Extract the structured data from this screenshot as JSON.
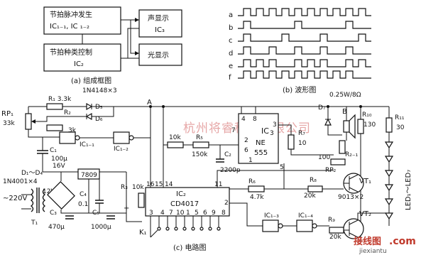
{
  "block_diagram": {
    "pulse_gen": [
      "节拍脉冲发生",
      "IC₁₋₁, IC ₁₋₂"
    ],
    "type_ctrl": [
      "节拍种类控制",
      "IC₂"
    ],
    "sound_disp": [
      "声显示",
      "IC₃"
    ],
    "light_disp": "光显示",
    "caption": "(a) 组成框图"
  },
  "waveform": {
    "labels": [
      "a",
      "b",
      "c",
      "d",
      "e",
      "f"
    ],
    "caption": "(b) 波形图"
  },
  "circuit": {
    "caption": "(c) 电路图",
    "labels": {
      "r1": "R₁ 3.3k",
      "d_top": "1N4148×3",
      "d5": "D₅",
      "d6": "D₆",
      "rp1": "RP₁",
      "rp1_val": "33k",
      "r2": "R₂",
      "r2_val": "3k",
      "node_a": "A",
      "ic11": "IC₁₋₁",
      "ic12": "IC₁₋₂",
      "c1": "C₁",
      "c1_val": "100μ",
      "c1_v": "16V",
      "d14": "D₁～D₄",
      "d14_val": "1N4001×4",
      "mains": "~220V",
      "t1": "T₁",
      "v12": "12V",
      "reg": "7809",
      "c4": "C₄",
      "c4_val": "0.1",
      "c3": "C₃",
      "c3_val": "470μ",
      "c5": "C₅",
      "c5_val": "1000μ",
      "plus": "+",
      "r3": "R₃",
      "r3_val": "10k",
      "r4_val": "10k",
      "r5": "R₅",
      "r5_val": "150k",
      "c2": "C₂",
      "c2_val": "2200p",
      "ic3": "IC",
      "ic3_sub": "3",
      "ne": "NE",
      "ne_num": "555",
      "r7": "R₇",
      "r7_val": "10",
      "r6": "R₆",
      "r6_val": "4.7k",
      "r8": "R₈",
      "r8_val": "20k",
      "r_100": "100",
      "rp2": "RP₂",
      "r21": "R₂₋₁",
      "d7": "D₇",
      "spk": "B",
      "spk_spec": "0.25W/8Ω",
      "r10": "R₁₀",
      "r10_val": "130",
      "r11": "R₁₁",
      "r11_val": "30",
      "vt1": "VT₁",
      "vt2": "VT₂",
      "trans": "9013×2",
      "leds": "LED₁～LED₇",
      "ic2": "IC₂",
      "cd4017": "CD4017",
      "ic2_pins_top": [
        "16",
        "15",
        "14",
        "11",
        "2"
      ],
      "ic2_pins_bot": [
        "3",
        "4",
        "7",
        "10",
        "1",
        "5",
        "6",
        "9",
        "8"
      ],
      "ic13": "IC₁₋₃",
      "ic14": "IC₁₋₄",
      "r9": "R₉",
      "r9_val": "20k",
      "k1": "K₁",
      "pin7": "7",
      "pin3": "3",
      "pin4": "4",
      "pin8": "8",
      "pin2": "2",
      "pin6": "6",
      "pin1": "1",
      "pin5": "5"
    }
  },
  "watermark": {
    "text": "杭州将睿科技有限公司",
    "site1": "接线图",
    "site2": ".com",
    "site3": "jiexiantu"
  }
}
